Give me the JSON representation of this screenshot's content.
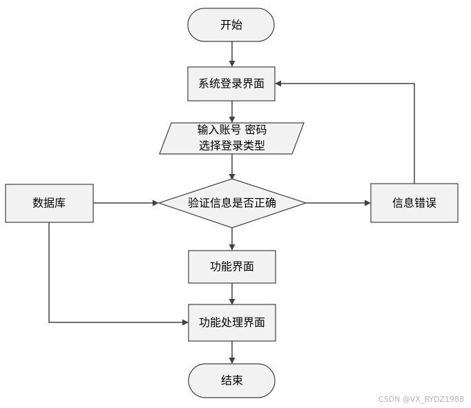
{
  "flowchart": {
    "start": "开始",
    "login_page": "系统登录界面",
    "input_line1": "输入账号 密码",
    "input_line2": "选择登录类型",
    "verify": "验证信息是否正确",
    "database": "数据库",
    "info_error": "信息错误",
    "function_page": "功能界面",
    "function_process_page": "功能处理界面",
    "end": "结束"
  },
  "watermark": "CSDN @VX_BYDZ1988",
  "colors": {
    "shape_fill": "#f2f2f2",
    "stroke": "#404040",
    "text": "#000000"
  }
}
